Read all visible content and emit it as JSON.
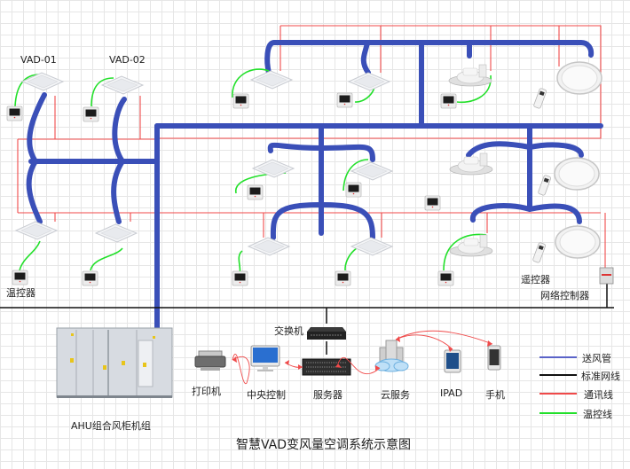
{
  "title": "智慧VAD变风量空调系统示意图",
  "colors": {
    "duct": "#3a4fb8",
    "network": "#111111",
    "comm": "#f04a4a",
    "thermo": "#22e02a"
  },
  "labels": {
    "vad01": "VAD-01",
    "vad02": "VAD-02",
    "thermostat": "温控器",
    "remote": "遥控器",
    "net_controller": "网络控制器",
    "ahu": "AHU组合风柜机组",
    "switch": "交换机",
    "printer": "打印机",
    "central": "中央控制",
    "server": "服务器",
    "cloud": "云服务",
    "ipad": "IPAD",
    "phone": "手机"
  },
  "legend": [
    {
      "label": "送风管",
      "color": "#5a63c8"
    },
    {
      "label": "标准网线",
      "color": "#111111"
    },
    {
      "label": "通讯线",
      "color": "#f04a4a"
    },
    {
      "label": "温控线",
      "color": "#22e02a"
    }
  ]
}
